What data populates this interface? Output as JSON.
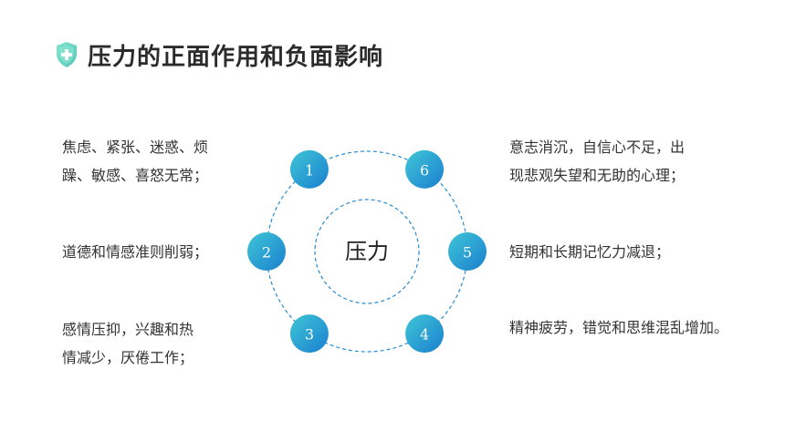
{
  "header": {
    "title": "压力的正面作用和负面影响",
    "icon": "shield-plus-icon",
    "icon_color": "#4cc9b0"
  },
  "diagram": {
    "center_label": "压力",
    "nodes": [
      {
        "label": "1",
        "order": 1
      },
      {
        "label": "2",
        "order": 2
      },
      {
        "label": "3",
        "order": 3
      },
      {
        "label": "4",
        "order": 4
      },
      {
        "label": "5",
        "order": 5
      },
      {
        "label": "6",
        "order": 6
      }
    ],
    "colors": {
      "node_start": "#3fc6d6",
      "node_end": "#1a7fcf",
      "ring": "#2a8bd1"
    }
  },
  "items": {
    "left": [
      {
        "lines": [
          "焦虑、紧张、迷惑、烦",
          "躁、敏感、喜怒无常；"
        ]
      },
      {
        "lines": [
          "道德和情感准则削弱；"
        ]
      },
      {
        "lines": [
          "感情压抑，兴趣和热",
          "情减少，厌倦工作；"
        ]
      }
    ],
    "right": [
      {
        "lines": [
          "意志消沉，自信心不足，出",
          "现悲观失望和无助的心理；"
        ]
      },
      {
        "lines": [
          "短期和长期记忆力减退；"
        ]
      },
      {
        "lines": [
          "精神疲劳，错觉和思维混乱增加。"
        ]
      }
    ]
  }
}
